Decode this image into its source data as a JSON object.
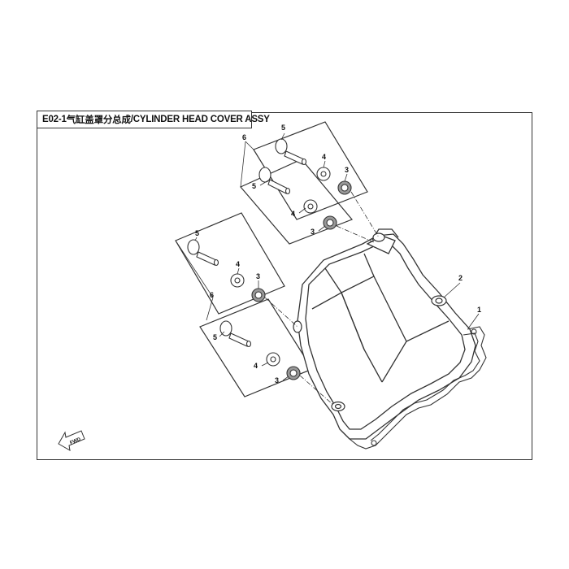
{
  "diagram": {
    "code": "E02-1",
    "title_cn": "气缸盖罩分总成",
    "title_en": "/CYLINDER HEAD COVER ASSY",
    "fwd_label": "FWD",
    "callouts": {
      "cover": "1",
      "grommet": "2",
      "washer_rubber": "3",
      "washer": "4",
      "bolt": "5",
      "kit": "6"
    }
  }
}
